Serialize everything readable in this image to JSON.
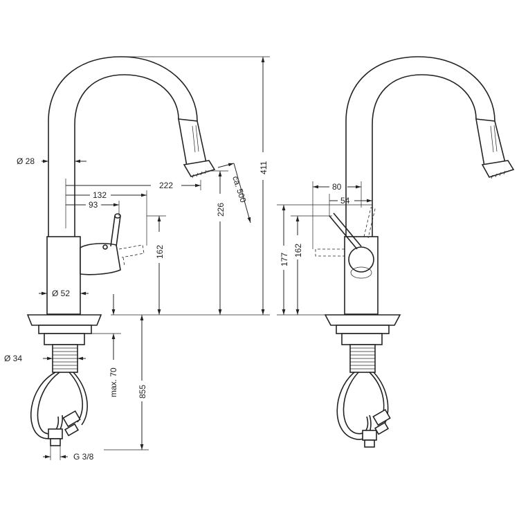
{
  "drawing": {
    "dimensions": {
      "spout_diameter": "Ø  28",
      "reach_222": "222",
      "reach_132": "132",
      "reach_93": "93",
      "height_226": "226",
      "hose_extension": "ca. 500",
      "height_411": "411",
      "handle_height_162_front": "162",
      "body_diameter": "Ø  52",
      "thread_diameter": "Ø 34",
      "max_mounting": "max. 70",
      "hose_length": "855",
      "connection_thread": "G 3/8",
      "side_80": "80",
      "side_54": "54",
      "side_177": "177",
      "side_162": "162"
    }
  }
}
